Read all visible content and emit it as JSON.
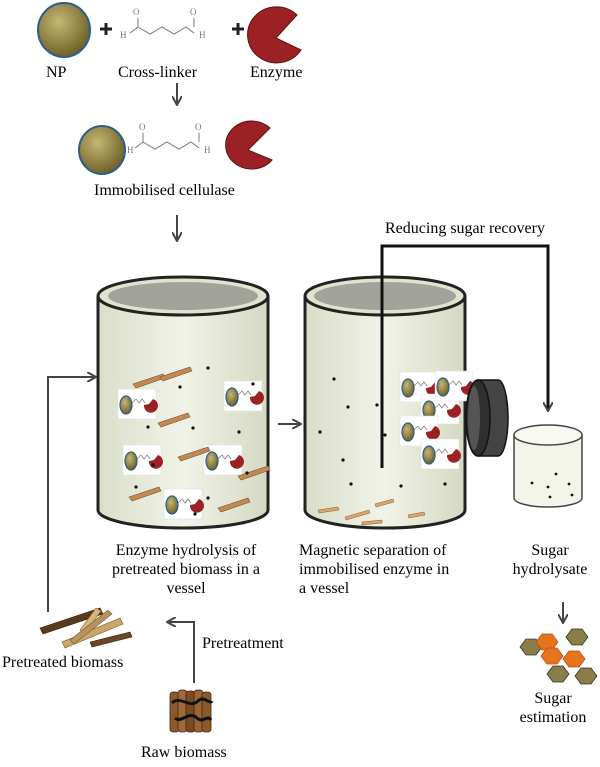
{
  "reactants": {
    "np": "NP",
    "crosslinker": "Cross-linker",
    "enzyme": "Enzyme"
  },
  "immobilised": "Immobilised cellulase",
  "reducing_sugar": "Reducing sugar recovery",
  "vessel1": {
    "line1": "Enzyme hydrolysis of",
    "line2": "pretreated biomass in a",
    "line3": "vessel"
  },
  "vessel2": {
    "line1": "Magnetic separation of",
    "line2": "immobilised enzyme in",
    "line3": "a vessel"
  },
  "sugar_hydrolysate": {
    "line1": "Sugar",
    "line2": "hydrolysate"
  },
  "sugar_estimation": {
    "line1": "Sugar",
    "line2": "estimation"
  },
  "pretreated_biomass": "Pretreated biomass",
  "pretreatment": "Pretreatment",
  "raw_biomass": "Raw biomass",
  "colors": {
    "nanoparticle": "#8c7d3a",
    "enzyme": "#9b2124",
    "vessel_fill": "#e9eddc",
    "arrow": "#444444",
    "sugar_orange": "#e8731f",
    "sugar_olive": "#8a7d48"
  }
}
